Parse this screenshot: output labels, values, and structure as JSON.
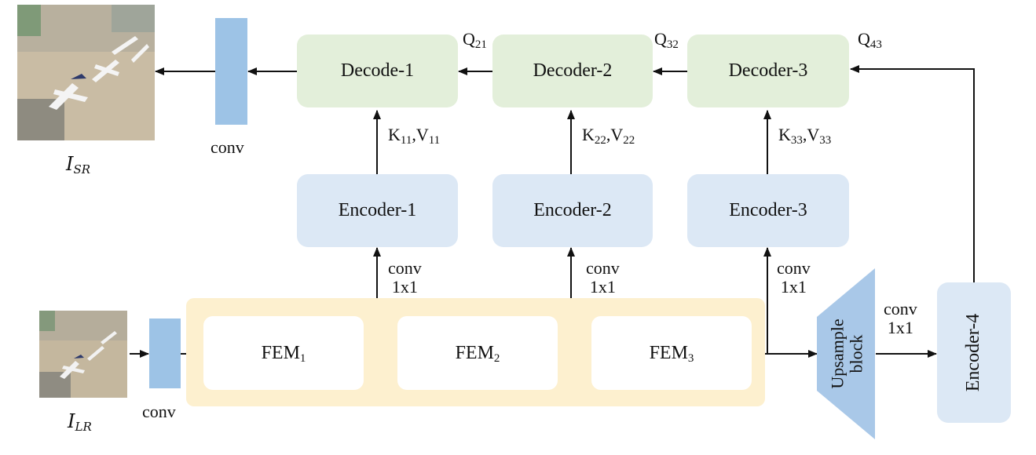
{
  "images": {
    "sr_label": "I",
    "sr_sub": "SR",
    "lr_label": "I",
    "lr_sub": "LR"
  },
  "conv_top_label": "conv",
  "conv_bottom_label": "conv",
  "decoders": [
    {
      "label": "Decode-1",
      "query": "Q",
      "query_sub": "21"
    },
    {
      "label": "Decoder-2",
      "query": "Q",
      "query_sub": "32"
    },
    {
      "label": "Decoder-3",
      "query": "Q",
      "query_sub": "43"
    }
  ],
  "kv": [
    {
      "k": "K",
      "k_sub": "11",
      "v": "V",
      "v_sub": "11"
    },
    {
      "k": "K",
      "k_sub": "22",
      "v": "V",
      "v_sub": "22"
    },
    {
      "k": "K",
      "k_sub": "33",
      "v": "V",
      "v_sub": "33"
    }
  ],
  "encoders": [
    "Encoder-1",
    "Encoder-2",
    "Encoder-3"
  ],
  "encoder4": "Encoder-4",
  "conv1x1": {
    "line1": "conv",
    "line2": "1x1"
  },
  "fems": [
    {
      "label": "FEM",
      "sub": "1"
    },
    {
      "label": "FEM",
      "sub": "2"
    },
    {
      "label": "FEM",
      "sub": "3"
    }
  ],
  "upsample": {
    "line1": "Upsample",
    "line2": "block"
  },
  "colors": {
    "decoder_fill": "#e3efda",
    "encoder_fill": "#dce8f5",
    "band_fill": "#fdf0cf",
    "conv_fill": "#9dc3e6",
    "upsample_fill": "#a9c8e8"
  }
}
